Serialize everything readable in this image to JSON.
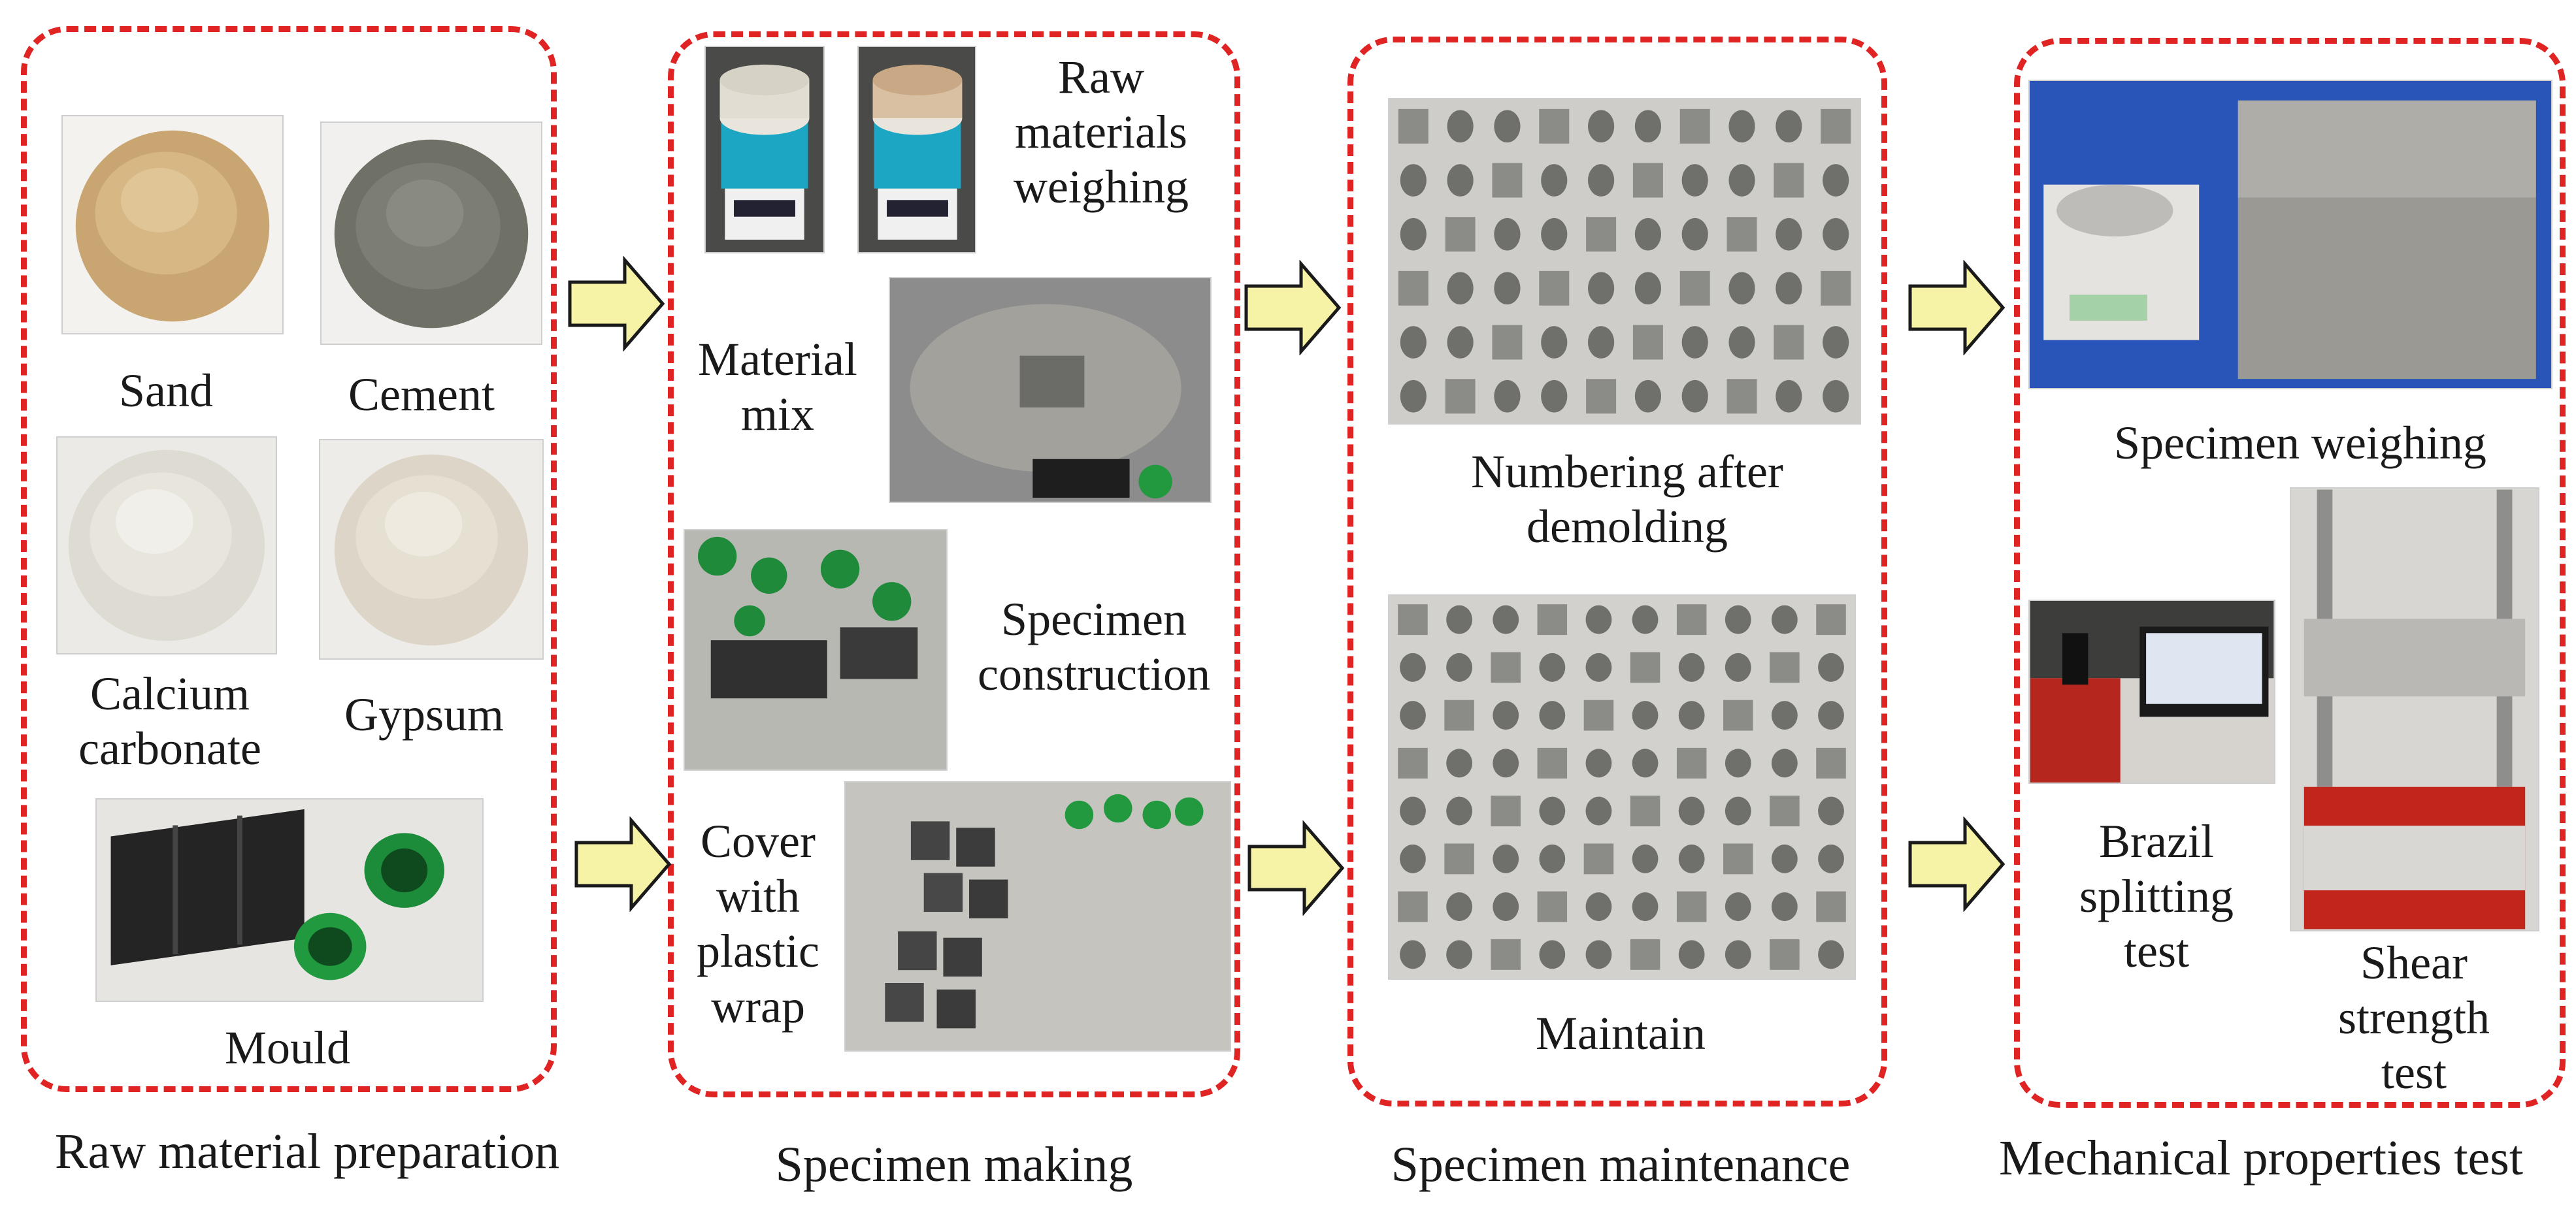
{
  "stages": [
    {
      "title": "Raw material preparation"
    },
    {
      "title": "Specimen making"
    },
    {
      "title": "Specimen maintenance"
    },
    {
      "title": "Mechanical properties test"
    }
  ],
  "labels": {
    "sand": "Sand",
    "cement": "Cement",
    "calcium_carbonate": [
      "Calcium",
      "carbonate"
    ],
    "gypsum": "Gypsum",
    "mould": "Mould",
    "weighing": [
      "Raw",
      "materials",
      "weighing"
    ],
    "mix": [
      "Material",
      "mix"
    ],
    "construction": [
      "Specimen",
      "construction"
    ],
    "cover": [
      "Cover",
      "with",
      "plastic",
      "wrap"
    ],
    "numbering": [
      "Numbering after",
      "demolding"
    ],
    "maintain": "Maintain",
    "specimen_weighing": "Specimen weighing",
    "brazil": [
      "Brazil",
      "splitting",
      "test"
    ],
    "shear": [
      "Shear",
      "strength",
      "test"
    ]
  },
  "colors": {
    "dash": "#e02424",
    "arrow_fill": "#f7f3a6",
    "arrow_stroke": "#1a1a1a"
  }
}
